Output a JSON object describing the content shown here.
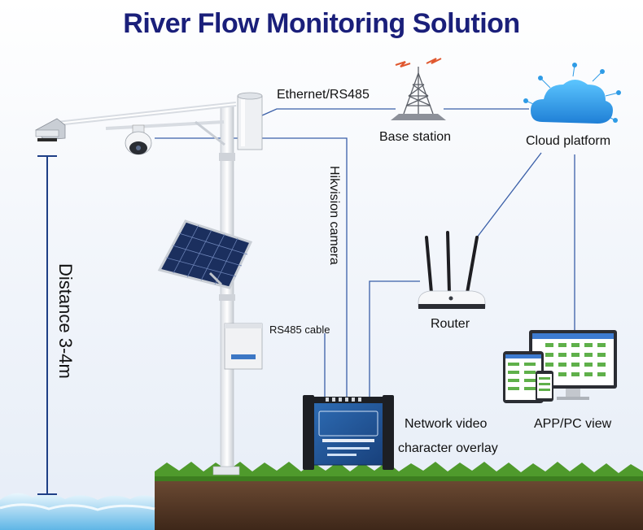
{
  "title": "River Flow Monitoring Solution",
  "labels": {
    "ethernet": "Ethernet/RS485",
    "base_station": "Base station",
    "cloud_platform": "Cloud platform",
    "hikvision_camera": "Hikvision camera",
    "distance": "Distance 3-4m",
    "rs485_cable": "RS485 cable",
    "router": "Router",
    "network_video_line1": "Network video",
    "network_video_line2": "character overlay",
    "app_pc_view": "APP/PC view"
  },
  "colors": {
    "title": "#1a1f7a",
    "connector": "#3a5fa8",
    "cloud": "#2e9be6",
    "grass": "#4f9a2c",
    "soil": "#5a3a28",
    "water": "#6cc0ec"
  }
}
